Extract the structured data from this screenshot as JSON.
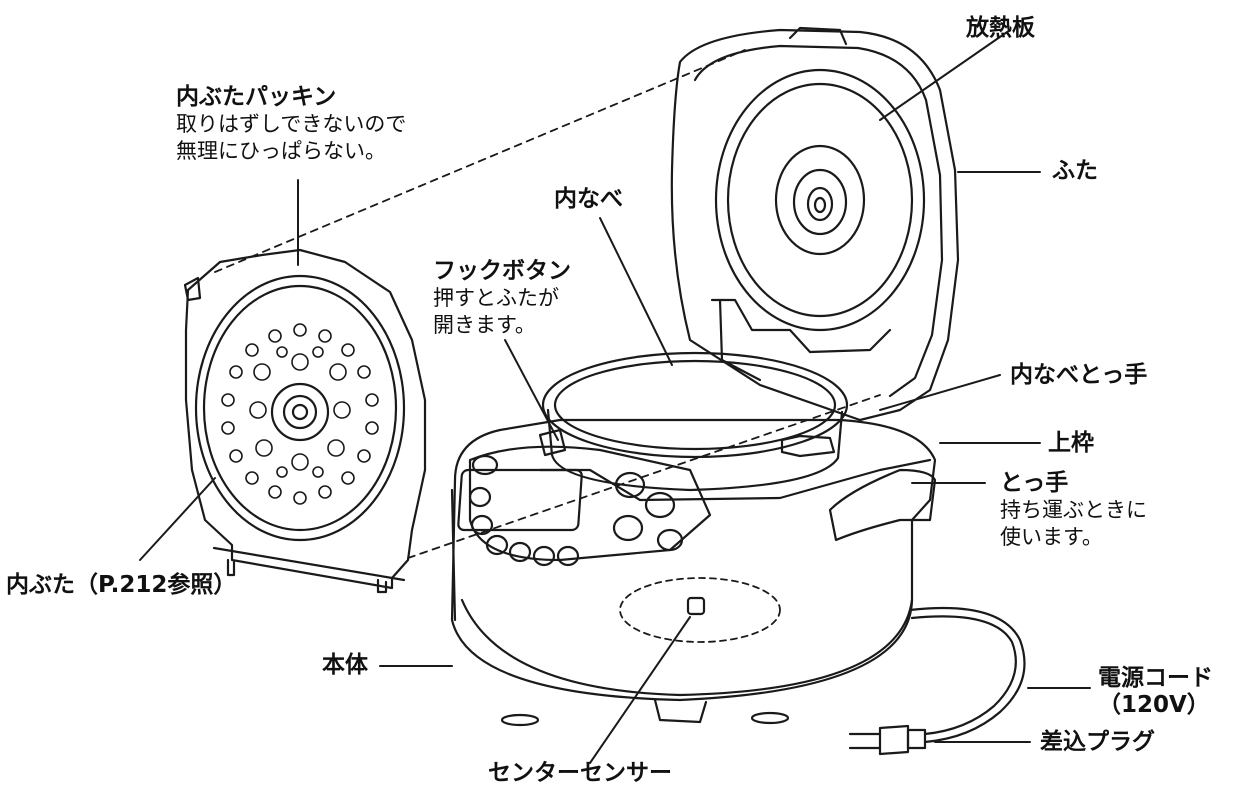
{
  "labels": {
    "gasket": {
      "title": "内ぶたパッキン",
      "note_line1": "取りはずしできないので",
      "note_line2": "無理にひっぱらない。"
    },
    "heat_plate": {
      "title": "放熱板"
    },
    "lid": {
      "title": "ふた"
    },
    "inner_pot": {
      "title": "内なべ"
    },
    "hook_button": {
      "title": "フックボタン",
      "note_line1": "押すとふたが",
      "note_line2": "開きます。"
    },
    "pot_handle": {
      "title": "内なべとっ手"
    },
    "upper_frame": {
      "title": "上枠"
    },
    "handle": {
      "title": "とっ手",
      "note_line1": "持ち運ぶときに",
      "note_line2": "使います。"
    },
    "inner_lid": {
      "title": "内ぶた（P.212参照）"
    },
    "body": {
      "title": "本体"
    },
    "power_cord": {
      "title": "電源コード",
      "note": "（120V）"
    },
    "plug": {
      "title": "差込プラグ"
    },
    "center_sensor": {
      "title": "センターセンサー"
    }
  }
}
